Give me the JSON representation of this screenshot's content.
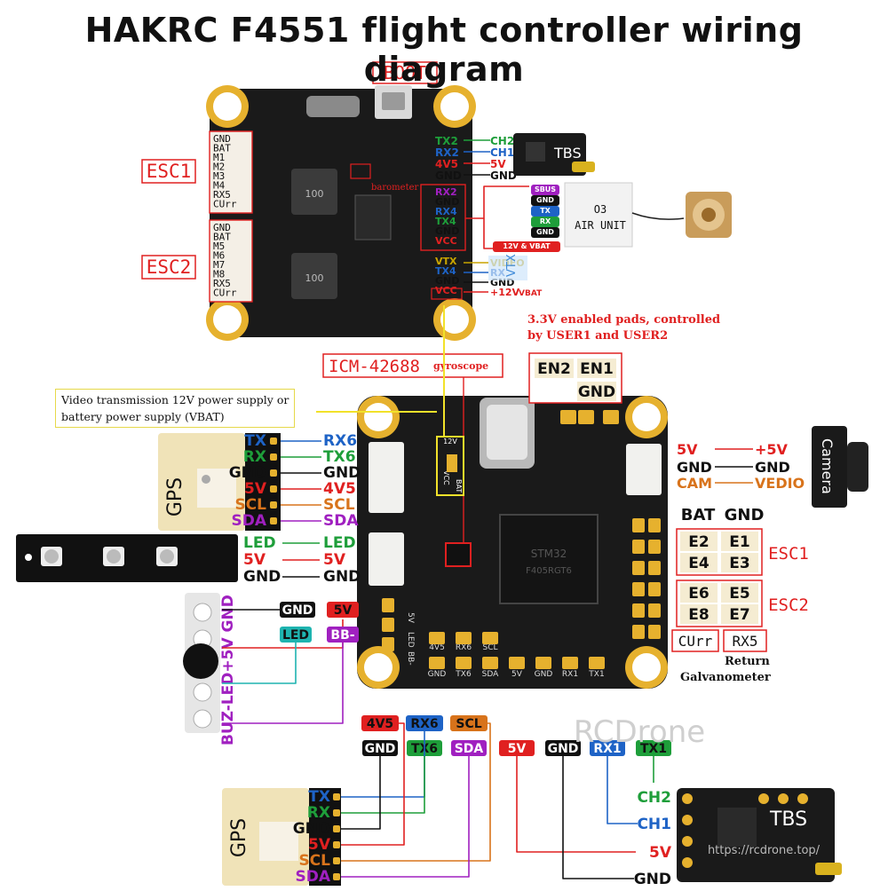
{
  "title": "HAKRC F4551 flight controller wiring diagram",
  "watermark": "RCDrone",
  "url": "https://rcdrone.top/",
  "colors": {
    "red": "#e02020",
    "blue": "#1e63c6",
    "green": "#1e9e3a",
    "black": "#111111",
    "orange": "#d8731b",
    "purple": "#a020c0",
    "teal": "#1eb4b0",
    "yellow": "#f2e22a",
    "gold": "#c8a400",
    "pcb": "#1a1a1a",
    "pad": "#e6b12e"
  },
  "top_board": {
    "boot": "BOOT",
    "esc1": "ESC1",
    "esc2": "ESC2",
    "esc1_pins": [
      "GND",
      "BAT",
      "M1",
      "M2",
      "M3",
      "M4",
      "RX5",
      "CUrr"
    ],
    "esc2_pins": [
      "GND",
      "BAT",
      "M5",
      "M6",
      "M7",
      "M8",
      "RX5",
      "CUrr"
    ],
    "ammeter": "barometer",
    "tbs_header": [
      "TX2",
      "RX2",
      "4V5",
      "GND"
    ],
    "tbs_wires": [
      "CH2",
      "CH1",
      "5V",
      "GND"
    ],
    "tbs_label": "TBS",
    "o3_header": [
      "RX2",
      "GND",
      "RX4",
      "TX4",
      "GND",
      "VCC"
    ],
    "o3_pins": [
      "SBUS",
      "GND",
      "TX",
      "RX",
      "GND",
      "12V & VBAT"
    ],
    "o3_label_1": "O3",
    "o3_label_2": "AIR UNIT",
    "vtx_header": [
      "VTX",
      "TX4",
      "GND",
      "VCC"
    ],
    "vtx_pins": [
      "VIDEO",
      "RX",
      "GND",
      "+12V",
      "VBAT"
    ],
    "vtx_side": "VTX"
  },
  "notes": {
    "pads_1": "3.3V enabled pads, controlled",
    "pads_2": "by USER1 and USER2",
    "gyro_chip": "ICM-42688",
    "gyro_word": "gyroscope",
    "vtx_power_1": "Video transmission 12V power supply or",
    "vtx_power_2": "battery power supply (VBAT)",
    "return": "Return",
    "galvanometer": "Galvanometer"
  },
  "en_pads": [
    "EN2",
    "EN1",
    "GND"
  ],
  "gps_left": {
    "label": "GPS",
    "gps_pins": [
      "TX",
      "RX",
      "GND",
      "5V",
      "SCL",
      "SDA"
    ],
    "fc_pads": [
      "RX6",
      "TX6",
      "GND",
      "4V5",
      "SCL",
      "SDA"
    ]
  },
  "led_strip": {
    "pins": [
      "LED",
      "5V",
      "GND"
    ],
    "fc_pads": [
      "LED",
      "5V",
      "GND"
    ]
  },
  "buzzer": {
    "side_label": "BUZ-LED+5V GND",
    "tags": [
      "GND",
      "5V",
      "LED",
      "BB-"
    ]
  },
  "camera": {
    "label": "Camera",
    "fc_pads": [
      "5V",
      "GND",
      "CAM"
    ],
    "cam_pins": [
      "+5V",
      "GND",
      "VEDIO"
    ]
  },
  "esc_pads": {
    "bat": "BAT",
    "gnd": "GND",
    "esc1": [
      "E2",
      "E1",
      "E4",
      "E3"
    ],
    "esc2": [
      "E6",
      "E5",
      "E8",
      "E7"
    ],
    "esc1_label": "ESC1",
    "esc2_label": "ESC2",
    "curr": "CUrr",
    "rx5": "RX5"
  },
  "board_silk": {
    "vcc_bat": [
      "12V",
      "VCC",
      "BAT"
    ],
    "bottom_row_1": [
      "4V5",
      "RX6",
      "SCL"
    ],
    "bottom_row_2": [
      "GND",
      "TX6",
      "SDA",
      "5V",
      "GND",
      "RX1",
      "TX1"
    ],
    "side": [
      "5V",
      "LED",
      "BB-"
    ],
    "mcu_1": "STM32",
    "mcu_2": "F405RGT6"
  },
  "bottom_tags": {
    "row1": [
      "4V5",
      "RX6",
      "SCL"
    ],
    "row2": [
      "GND",
      "TX6",
      "SDA",
      "5V",
      "GND",
      "RX1",
      "TX1"
    ]
  },
  "gps_bottom": {
    "label": "GPS",
    "pins": [
      "TX",
      "RX",
      "GND",
      "5V",
      "SCL",
      "SDA"
    ]
  },
  "tbs_bottom": {
    "label": "TBS",
    "wires": [
      "CH2",
      "CH1",
      "5V",
      "GND"
    ]
  }
}
